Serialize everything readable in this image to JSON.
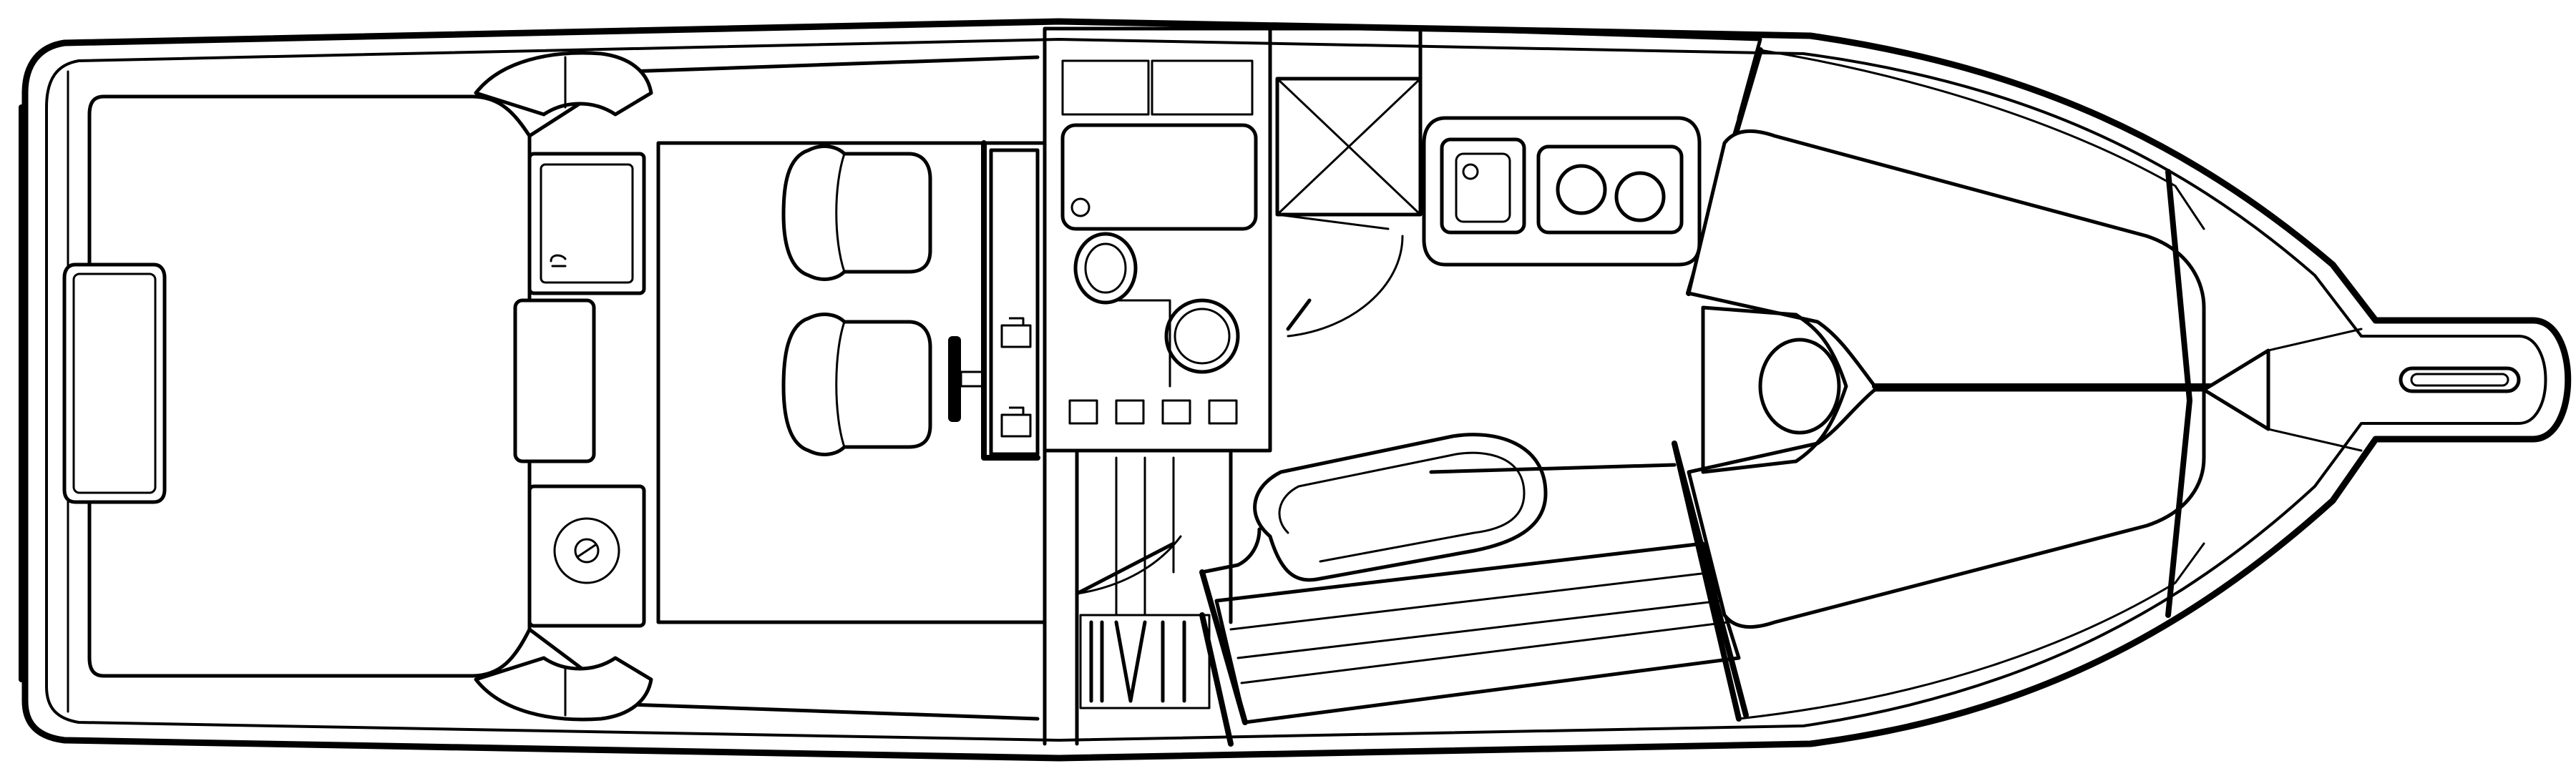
{
  "diagram": {
    "type": "boat-deck-floorplan",
    "view": "top-down",
    "orientation": "bow-right",
    "line_color": "#000000",
    "background_color": "#ffffff",
    "labels": []
  }
}
